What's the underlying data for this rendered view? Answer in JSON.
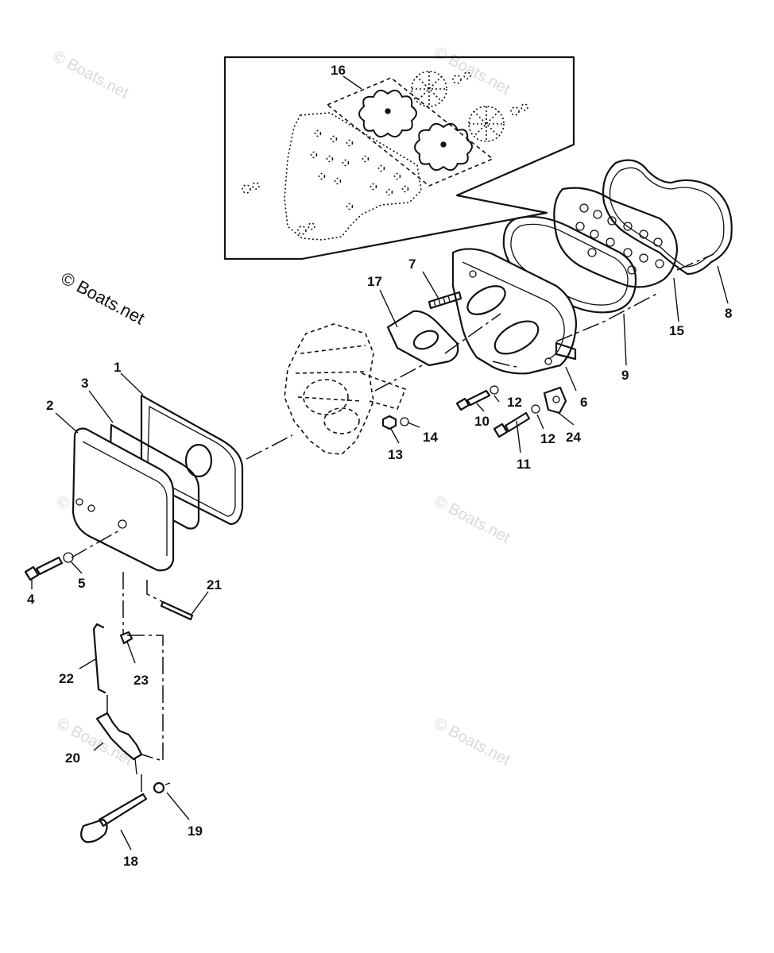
{
  "watermarks": [
    "© Boats.net",
    "© Boats.net",
    "© Boats.net",
    "© Boats.net",
    "© Boats.net",
    "© Boats.net",
    "© Boats.net"
  ],
  "callouts": [
    "1",
    "2",
    "3",
    "4",
    "5",
    "6",
    "7",
    "8",
    "9",
    "10",
    "11",
    "12",
    "12",
    "13",
    "14",
    "15",
    "16",
    "17",
    "18",
    "19",
    "20",
    "21",
    "22",
    "23",
    "24"
  ]
}
